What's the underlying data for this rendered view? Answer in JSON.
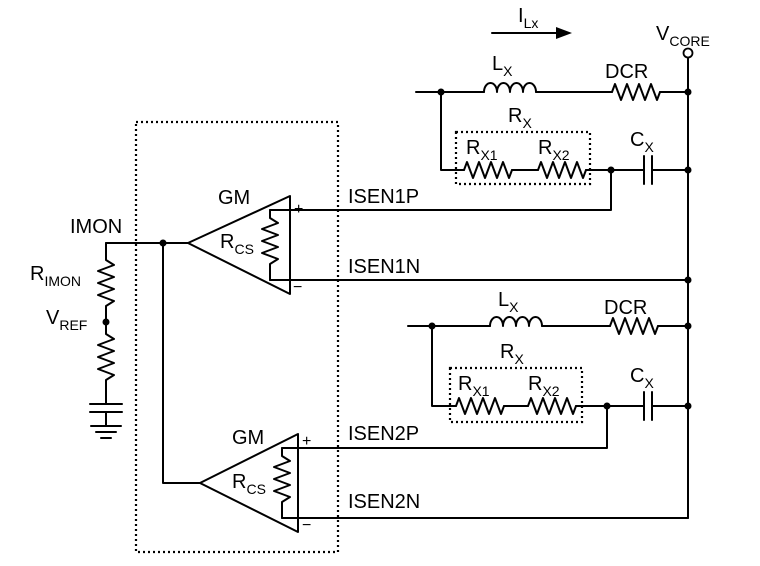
{
  "current": {
    "label": "I",
    "sub": "Lx"
  },
  "vcore": {
    "label": "V",
    "sub": "CORE"
  },
  "phase1": {
    "inductor": {
      "label": "L",
      "sub": "X"
    },
    "dcr": "DCR",
    "rx": {
      "label": "R",
      "sub": "X"
    },
    "rx1": {
      "label": "R",
      "sub": "X1"
    },
    "rx2": {
      "label": "R",
      "sub": "X2"
    },
    "cx": {
      "label": "C",
      "sub": "X"
    }
  },
  "phase2": {
    "inductor": {
      "label": "L",
      "sub": "X"
    },
    "dcr": "DCR",
    "rx": {
      "label": "R",
      "sub": "X"
    },
    "rx1": {
      "label": "R",
      "sub": "X1"
    },
    "rx2": {
      "label": "R",
      "sub": "X2"
    },
    "cx": {
      "label": "C",
      "sub": "X"
    }
  },
  "amp1": {
    "label": "GM",
    "rcs": {
      "label": "R",
      "sub": "CS"
    },
    "plus": "+",
    "minus": "−"
  },
  "amp2": {
    "label": "GM",
    "rcs": {
      "label": "R",
      "sub": "CS"
    },
    "plus": "+",
    "minus": "−"
  },
  "signals": {
    "isen1p": "ISEN1P",
    "isen1n": "ISEN1N",
    "isen2p": "ISEN2P",
    "isen2n": "ISEN2N"
  },
  "imon": "IMON",
  "rimon": {
    "label": "R",
    "sub": "IMON"
  },
  "vref": {
    "label": "V",
    "sub": "REF"
  }
}
